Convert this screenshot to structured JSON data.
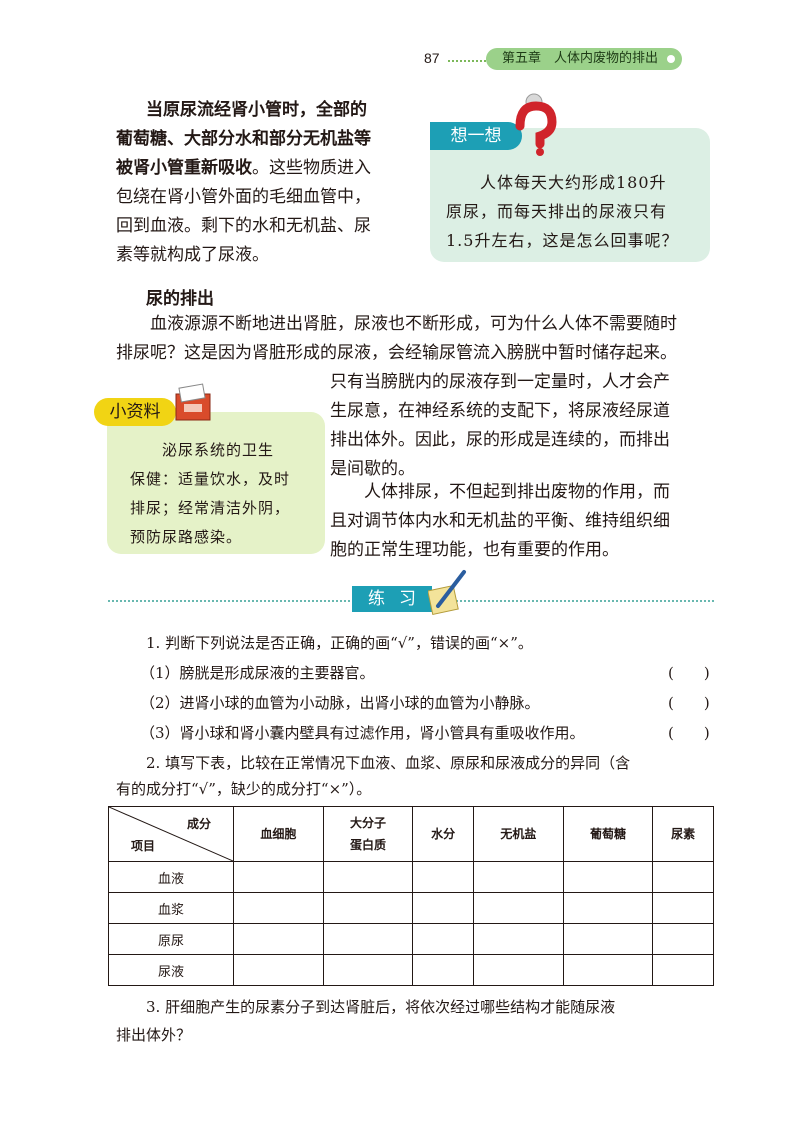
{
  "header": {
    "page_number": "87",
    "chapter": "第五章　人体内废物的排出"
  },
  "intro": {
    "bold_lines": [
      "当原尿流经肾小管时，全部的",
      "葡萄糖、大部分水和部分无机盐等",
      "被肾小管重新吸收"
    ],
    "rest_line3": "。这些物质进入",
    "lines": [
      "包绕在肾小管外面的毛细血管中，",
      "回到血液。剩下的水和无机盐、尿",
      "素等就构成了尿液。"
    ]
  },
  "think": {
    "title": "想一想",
    "lines": [
      "　　人体每天大约形成180升",
      "原尿，而每天排出的尿液只有",
      "1.5升左右，这是怎么回事呢？"
    ]
  },
  "section": {
    "title": "尿的排出",
    "para1": [
      "　　血液源源不断地进出肾脏，尿液也不断形成，可为什么人体不需要随时",
      "排尿呢？这是因为肾脏形成的尿液，会经输尿管流入膀胱中暂时储存起来。"
    ],
    "para2": [
      "只有当膀胱内的尿液存到一定量时，人才会产",
      "生尿意，在神经系统的支配下，将尿液经尿道",
      "排出体外。因此，尿的形成是连续的，而排出",
      "是间歇的。"
    ],
    "para3": [
      "　　人体排尿，不但起到排出废物的作用，而",
      "且对调节体内水和无机盐的平衡、维持组织细",
      "胞的正常生理功能，也有重要的作用。"
    ]
  },
  "info": {
    "title": "小资料",
    "lines": [
      "　　泌尿系统的卫生",
      "保健：适量饮水，及时",
      "排尿；经常清洁外阴，",
      "预防尿路感染。"
    ]
  },
  "exercise": {
    "title": "练习",
    "q1": "1. 判断下列说法是否正确，正确的画“√”，错误的画“×”。",
    "items": [
      {
        "text": "（1）膀胱是形成尿液的主要器官。",
        "blank": "(　　)"
      },
      {
        "text": "（2）进肾小球的血管为小动脉，出肾小球的血管为小静脉。",
        "blank": "(　　)"
      },
      {
        "text": "（3）肾小球和肾小囊内壁具有过滤作用，肾小管具有重吸收作用。",
        "blank": "(　　)"
      }
    ],
    "q2": [
      "2. 填写下表，比较在正常情况下血液、血浆、原尿和尿液成分的异同（含",
      "有的成分打“√”，缺少的成分打“×”）。"
    ],
    "q3": [
      "3. 肝细胞产生的尿素分子到达肾脏后，将依次经过哪些结构才能随尿液",
      "排出体外？"
    ]
  },
  "table": {
    "corner_top": "成分",
    "corner_bottom": "项目",
    "columns": [
      "血细胞",
      "大分子蛋白质",
      "水分",
      "无机盐",
      "葡萄糖",
      "尿素"
    ],
    "rows": [
      "血液",
      "血浆",
      "原尿",
      "尿液"
    ]
  },
  "colors": {
    "teal": "#1d9fb5",
    "chapter_green": "#9bd18a",
    "info_yellow": "#f1d414",
    "info_bg": "#e5f2c8",
    "think_bg": "#dcefe4"
  }
}
